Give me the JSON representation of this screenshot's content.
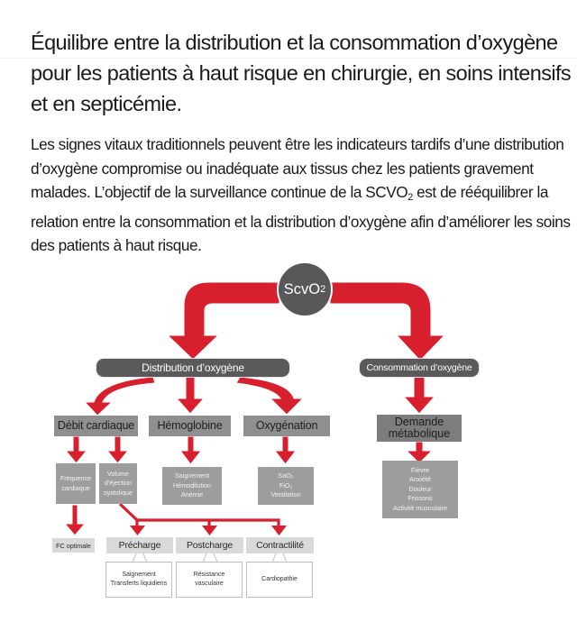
{
  "header": {
    "title": "Équilibre entre la distribution et la consommation d’oxygène pour les patients à haut risque en chirurgie, en soins intensifs et en septicémie."
  },
  "intro": {
    "text_before": "Les signes vitaux traditionnels peuvent être les indicateurs tardifs d’une distribution d’oxygène compromise ou inadéquate aux tissus chez les patients gravement malades. L’objectif de la surveillance continue de la SCVO",
    "subscript": "2",
    "text_after": " est de rééquilibrer la relation entre la consommation et la distribution d’oxygène afin d’améliorer les soins des patients à haut risque."
  },
  "diagram": {
    "colors": {
      "arrow": "#d81f2e",
      "dark_node": "#58585a",
      "mid_box": "#8f8f91",
      "small_box": "#9d9d9f",
      "light_box": "#d9d9db"
    },
    "root": {
      "label": "ScvO",
      "subscript": "2"
    },
    "distribution": {
      "label": "Distribution d’oxygène"
    },
    "consumption": {
      "label": "Consommation d’oxygène"
    },
    "debit": {
      "label": "Débit cardiaque"
    },
    "hemoglobine": {
      "label": "Hémoglobine"
    },
    "oxygenation": {
      "label": "Oxygénation"
    },
    "demande": {
      "line1": "Demande",
      "line2": "métabolique"
    },
    "frequence": {
      "line1": "Fréquence",
      "line2": "cardiaque"
    },
    "volume": {
      "line1": "Volume",
      "line2": "d’éjection",
      "line3": "systolique"
    },
    "hemo_factors": [
      "Saignement",
      "Hémodilution",
      "Anémie"
    ],
    "oxy_factors": [
      "SaO₂",
      "FiO₂",
      "Ventilation"
    ],
    "demand_factors": [
      "Fièvre",
      "Anxiété",
      "Douleur",
      "Frissons",
      "Activité musculaire"
    ],
    "fc_optimale": {
      "label": "FC optimale"
    },
    "precharge": {
      "label": "Précharge",
      "details": [
        "Saignement",
        "Transferts liquidiens"
      ]
    },
    "postcharge": {
      "label": "Postcharge",
      "details": [
        "Résistance",
        "vasculaire"
      ]
    },
    "contractilite": {
      "label": "Contractilité",
      "details": [
        "Cardiopathie"
      ]
    }
  }
}
